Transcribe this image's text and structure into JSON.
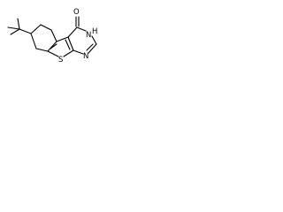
{
  "molecule": {
    "atom_labels": {
      "carbonyl_oxygen": "O",
      "nh_nitrogen": "N",
      "nh_hydrogen": "H",
      "ring_nitrogen": "N",
      "sulfur": "S"
    },
    "colors": {
      "bond": "#000000",
      "label": "#000000",
      "background": "#ffffff"
    }
  }
}
